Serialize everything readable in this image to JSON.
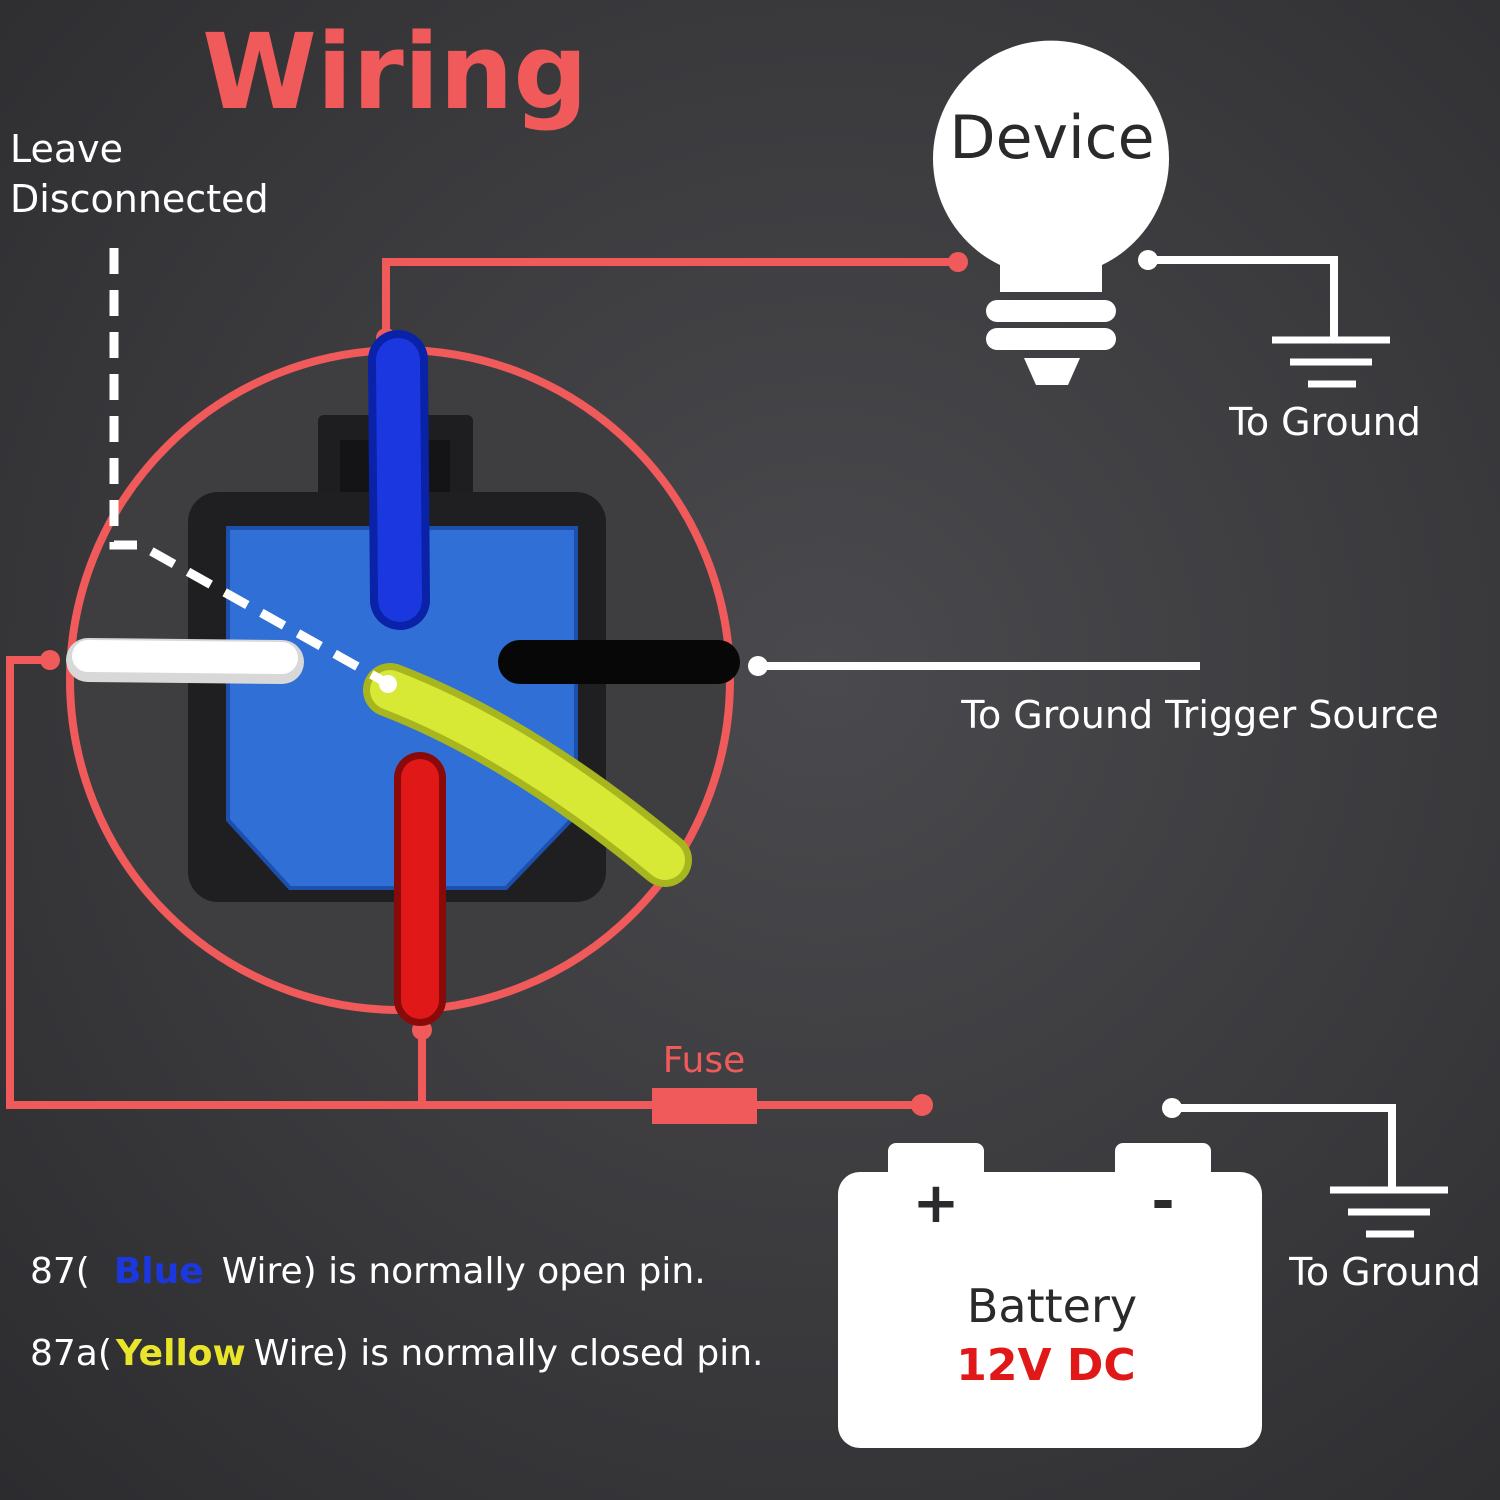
{
  "title": "Wiring",
  "leave_disconnected": [
    "Leave",
    "Disconnected"
  ],
  "device": {
    "label": "Device"
  },
  "ground_top": {
    "label": "To Ground"
  },
  "trigger": {
    "label": "To Ground Trigger Source"
  },
  "fuse": {
    "label": "Fuse"
  },
  "battery": {
    "plus": "+",
    "minus": "-",
    "name": "Battery",
    "voltage": "12V DC"
  },
  "ground_bottom": {
    "label": "To Ground"
  },
  "notes": {
    "line1": {
      "prefix": "87(",
      "color_word": "Blue",
      "suffix": "Wire) is normally open pin."
    },
    "line2": {
      "prefix": "87a(",
      "color_word": "Yellow",
      "suffix": "Wire) is normally closed pin."
    }
  },
  "colors": {
    "accent_red": "#f05a5a",
    "blue_wire": "#1b38e0",
    "yellow_wire": "#d7e835",
    "red_wire": "#e01818",
    "connector_blue": "#2f6fd6",
    "background": "#3a3a3d"
  }
}
